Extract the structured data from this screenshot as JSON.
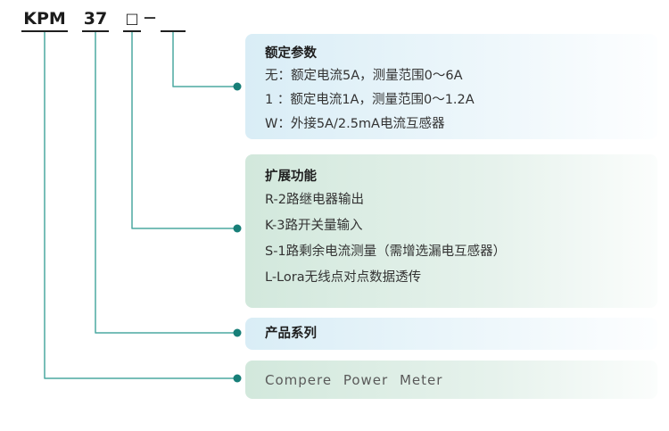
{
  "model_code": {
    "prefix": "KPM",
    "series": "37",
    "slot1": "□",
    "dash": "－",
    "slot2": ""
  },
  "boxes": {
    "rated_params": {
      "title": "额定参数",
      "lines": [
        "无：额定电流5A，测量范围0～6A",
        "1 ：额定电流1A，测量范围0～1.2A",
        "W：外接5A/2.5mA电流互感器"
      ]
    },
    "expansion": {
      "title": "扩展功能",
      "lines": [
        "R-2路继电器输出",
        "K-3路开关量输入",
        "S-1路剩余电流测量（需增选漏电互感器）",
        "L-Lora无线点对点数据透传"
      ]
    },
    "product_series": {
      "title": "产品系列"
    },
    "brand": {
      "title": "Compere Power Meter"
    }
  },
  "colors": {
    "line": "#4ba8a1",
    "dot": "#177f78",
    "box-blue": "#d9edf6",
    "box-green": "#d2e8dc"
  }
}
